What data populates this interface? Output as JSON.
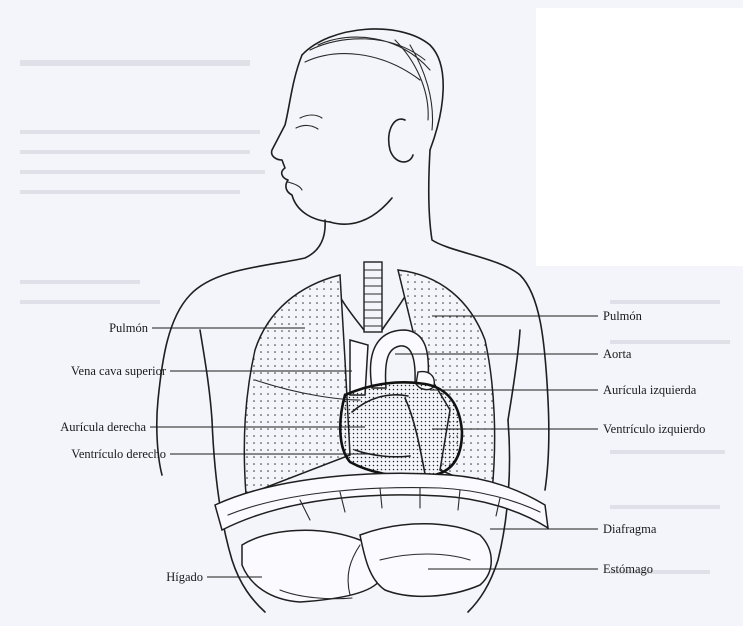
{
  "labels": {
    "pulmon_left": "Pulmón",
    "vena_cava_superior": "Vena cava superior",
    "auricula_derecha": "Aurícula derecha",
    "ventriculo_derecho": "Ventrículo derecho",
    "higado": "Hígado",
    "pulmon_right": "Pulmón",
    "aorta": "Aorta",
    "auricula_izquierda": "Aurícula izquierda",
    "ventriculo_izquierdo": "Ventrículo izquierdo",
    "diafragma": "Diafragma",
    "estomago": "Estómago"
  }
}
